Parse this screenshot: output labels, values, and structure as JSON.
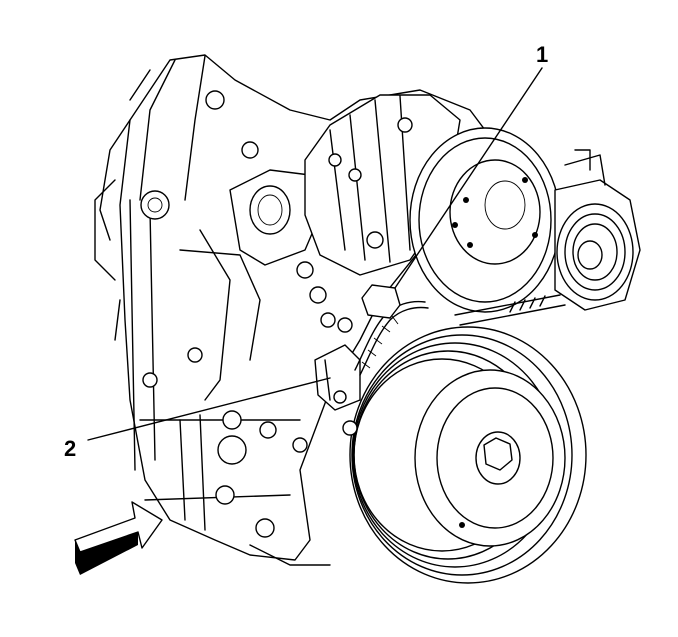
{
  "callouts": [
    {
      "id": "1",
      "label": "1"
    },
    {
      "id": "2",
      "label": "2"
    }
  ],
  "colors": {
    "line": "#000000",
    "background": "#ffffff"
  },
  "icons": {
    "direction_arrow": "view-direction-arrow-icon"
  }
}
